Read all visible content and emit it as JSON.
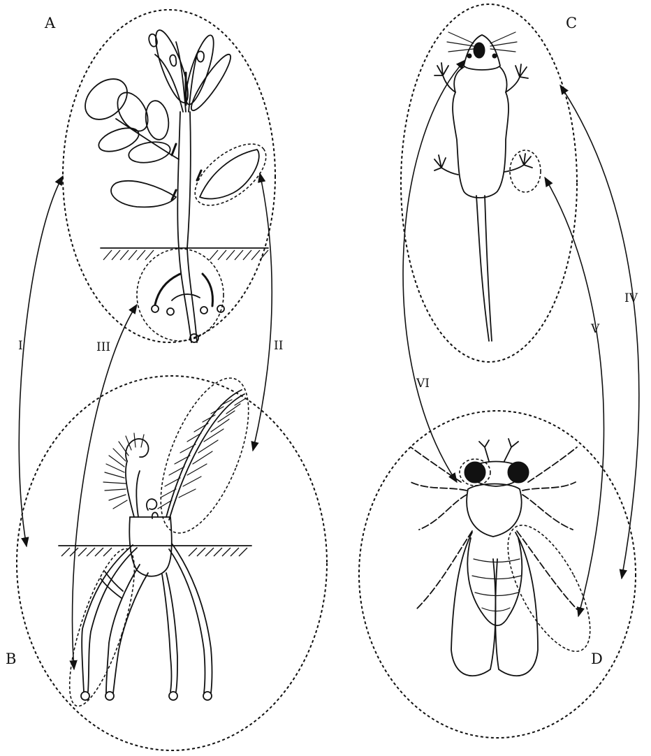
{
  "panels": {
    "A": {
      "label": "A"
    },
    "B": {
      "label": "B"
    },
    "C": {
      "label": "C"
    },
    "D": {
      "label": "D"
    }
  },
  "links": {
    "I": {
      "label": "I"
    },
    "II": {
      "label": "II"
    },
    "III": {
      "label": "III"
    },
    "IV": {
      "label": "IV"
    },
    "V": {
      "label": "V"
    },
    "VI": {
      "label": "VI"
    }
  }
}
